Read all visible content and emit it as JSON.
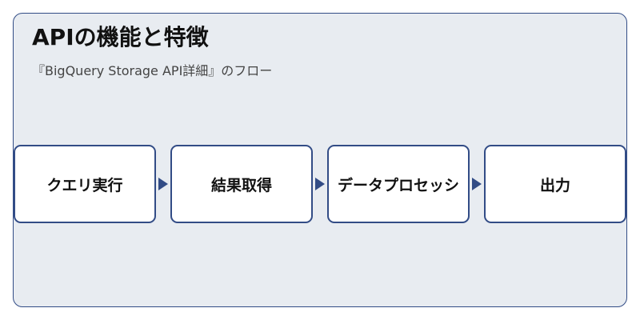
{
  "title": "APIの機能と特徴",
  "subtitle": "『BigQuery Storage API詳細』のフロー",
  "flow": {
    "steps": [
      {
        "label": "クエリ実行"
      },
      {
        "label": "結果取得"
      },
      {
        "label": "データプロセッシ"
      },
      {
        "label": "出力"
      }
    ]
  },
  "colors": {
    "border": "#324c86",
    "panel_bg": "#e8ecf1",
    "box_bg": "#ffffff"
  }
}
